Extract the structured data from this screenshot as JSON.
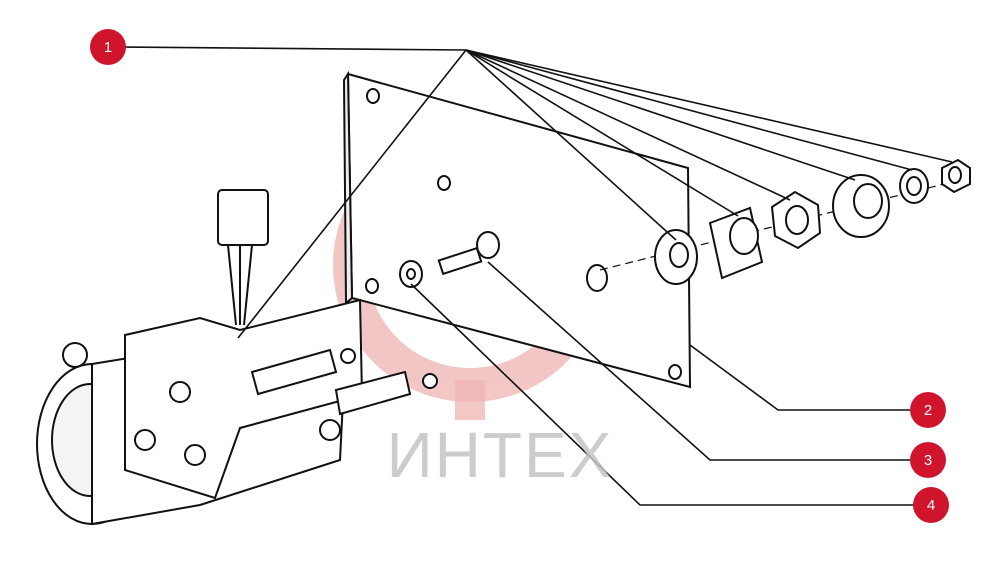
{
  "diagram": {
    "callouts": [
      {
        "label": "1"
      },
      {
        "label": "2"
      },
      {
        "label": "3"
      },
      {
        "label": "4"
      }
    ],
    "watermark": {
      "text": "ИНТЕХ"
    },
    "colors": {
      "callout": "#d0142c",
      "watermark_red": "#e8a5a5",
      "watermark_text": "#c4c4c4",
      "line": "#111111"
    }
  }
}
